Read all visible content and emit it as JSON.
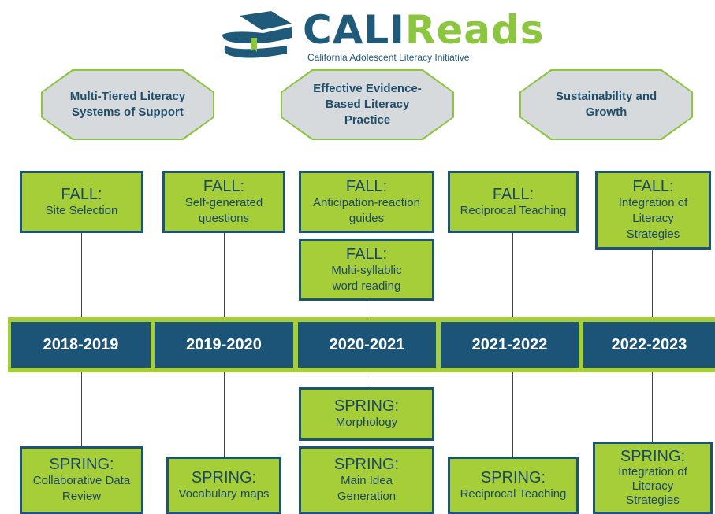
{
  "logo": {
    "cali": "CALI",
    "reads": "Reads",
    "subtitle": "California Adolescent Literacy Initiative",
    "icon": "book-stack-icon"
  },
  "pillars": [
    "Multi-Tiered Literacy Systems of Support",
    "Effective Evidence-Based Literacy Practice",
    "Sustainability and Growth"
  ],
  "years": [
    "2018-2019",
    "2019-2020",
    "2020-2021",
    "2021-2022",
    "2022-2023"
  ],
  "fall": [
    {
      "season": "FALL:",
      "topic": "Site Selection"
    },
    {
      "season": "FALL:",
      "topic": "Self-generated questions"
    },
    {
      "season": "FALL:",
      "topic": "Anticipation-reaction guides"
    },
    {
      "season": "FALL:",
      "topic": "Multi-syllablic word reading"
    },
    {
      "season": "FALL:",
      "topic": "Reciprocal Teaching"
    },
    {
      "season": "FALL:",
      "topic": "Integration of Literacy Strategies"
    }
  ],
  "spring": [
    {
      "season": "SPRING:",
      "topic": "Collaborative Data Review"
    },
    {
      "season": "SPRING:",
      "topic": "Vocabulary maps"
    },
    {
      "season": "SPRING:",
      "topic": "Morphology"
    },
    {
      "season": "SPRING:",
      "topic": "Main Idea Generation"
    },
    {
      "season": "SPRING:",
      "topic": "Reciprocal Teaching"
    },
    {
      "season": "SPRING:",
      "topic": "Integration of Literacy Strategies"
    }
  ],
  "colors": {
    "navy": "#1c5477",
    "green": "#a6ce39",
    "gray": "#d6dadd"
  }
}
